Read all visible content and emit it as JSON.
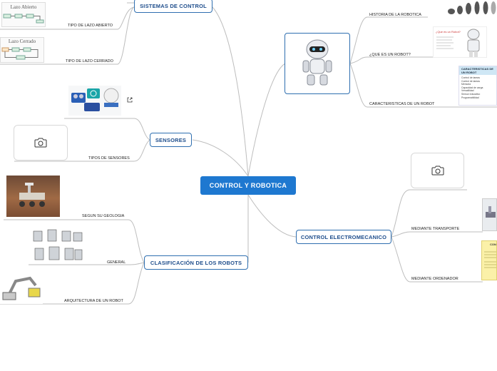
{
  "root": {
    "label": "CONTROL Y ROBOTICA"
  },
  "branches": {
    "sistemas": {
      "label": "SISTEMAS DE CONTROL"
    },
    "sensores": {
      "label": "SENSORES"
    },
    "clasificacion": {
      "label": "CLASIFICACIÓN DE LOS ROBOTS"
    },
    "electromecanico": {
      "label": "CONTROL ELECTROMECANICO"
    }
  },
  "leaves": {
    "lazo_abierto": "TIPO DE LAZO ABIERTO",
    "lazo_cerrado": "TIPO DE LAZO CERRADO",
    "tipos_sensores": "TIPOS DE SENSORES",
    "geologia": "SEGUN SU GEOLOGIA",
    "general": "GENERAL",
    "arquitectura": "ARQUITECTURA DE UN ROBOT",
    "historia": "HISTORIA DE LA ROBOTICA",
    "que_es": "¿QUE ES UN ROBOT?",
    "caracteristicas": "CARACTERISTICAS DE UN ROBOT",
    "transporte": "MEDIANTE TRANSPORTE",
    "ordenador": "MEDIANTE ORDENADOR"
  },
  "image_text": {
    "lazo_abierto_title": "Lazo Abierto",
    "lazo_cerrado_title": "Lazo Cerrado",
    "caracteristicas_heading": "CARACTERISTICAS DE UN ROBOT",
    "caracteristicas_items": [
      "Control de tareas",
      "Control de tareas",
      "Memoria",
      "Capacidad de carga",
      "Versatilidad",
      "Sensor educativo",
      "Programabilidad"
    ],
    "que_es_title": "¿Que es un Robot?",
    "ordenador_heading": "CON"
  },
  "colors": {
    "line": "#b8b8b8",
    "node_border": "#2f6fb0",
    "node_text": "#1f4e8c",
    "root_fill": "#1e78d0"
  },
  "icons": {
    "camera": "camera-icon",
    "external_link": "external-link-icon"
  }
}
